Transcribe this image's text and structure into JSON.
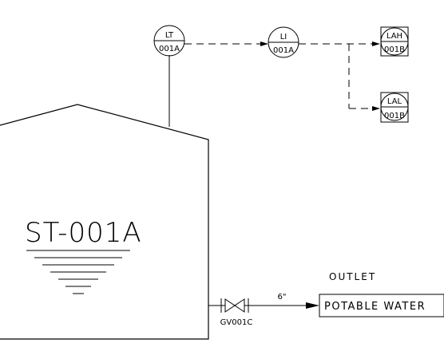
{
  "instruments": {
    "lt": {
      "function": "LT",
      "number": "001A"
    },
    "li": {
      "function": "LI",
      "number": "001A"
    },
    "lah": {
      "function": "LAH",
      "number": "001B"
    },
    "lal": {
      "function": "LAL",
      "number": "001B"
    }
  },
  "tank": {
    "tag": "ST-001A"
  },
  "valve": {
    "tag": "GV001C"
  },
  "pipe": {
    "size": "6\""
  },
  "outlet": {
    "label": "OUTLET",
    "destination": "POTABLE WATER"
  }
}
